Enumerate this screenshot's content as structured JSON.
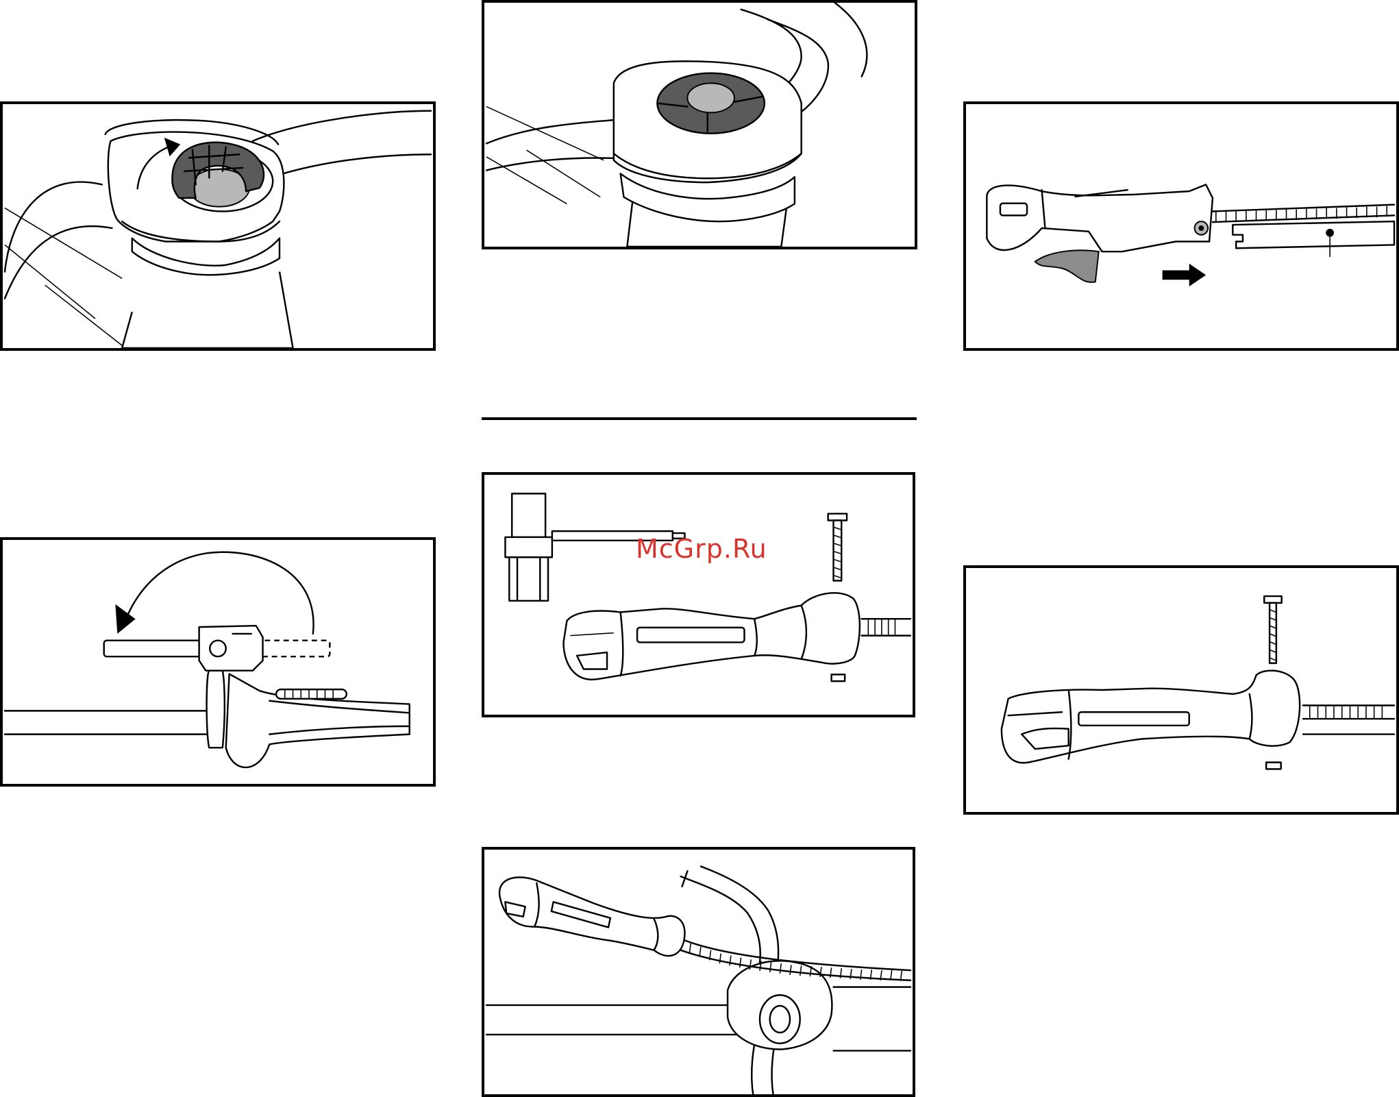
{
  "watermark": {
    "text": "McGrp.Ru",
    "color": "#d9342b"
  },
  "figures": [
    {
      "name": "knob-loosen",
      "icons": [
        "clamp-knob-icon",
        "rotate-arrow-icon",
        "handlebar-icon"
      ]
    },
    {
      "name": "clamp-tightened",
      "icons": [
        "clamp-knob-icon",
        "handlebar-icon"
      ]
    },
    {
      "name": "grip-slide-off",
      "icons": [
        "grip-icon",
        "throttle-trigger-icon",
        "direction-arrow-icon",
        "shaft-icon"
      ]
    },
    {
      "name": "handle-fold",
      "icons": [
        "handle-icon",
        "fold-arrow-icon",
        "shaft-icon"
      ]
    },
    {
      "name": "tool-and-bolt",
      "icons": [
        "combination-wrench-icon",
        "bolt-icon",
        "grip-icon",
        "nut-icon"
      ]
    },
    {
      "name": "grip-bolt-install",
      "icons": [
        "bolt-icon",
        "grip-icon",
        "nut-icon"
      ]
    },
    {
      "name": "grip-mounted-handlebar",
      "icons": [
        "grip-icon",
        "handlebar-icon",
        "cable-icon"
      ]
    }
  ]
}
